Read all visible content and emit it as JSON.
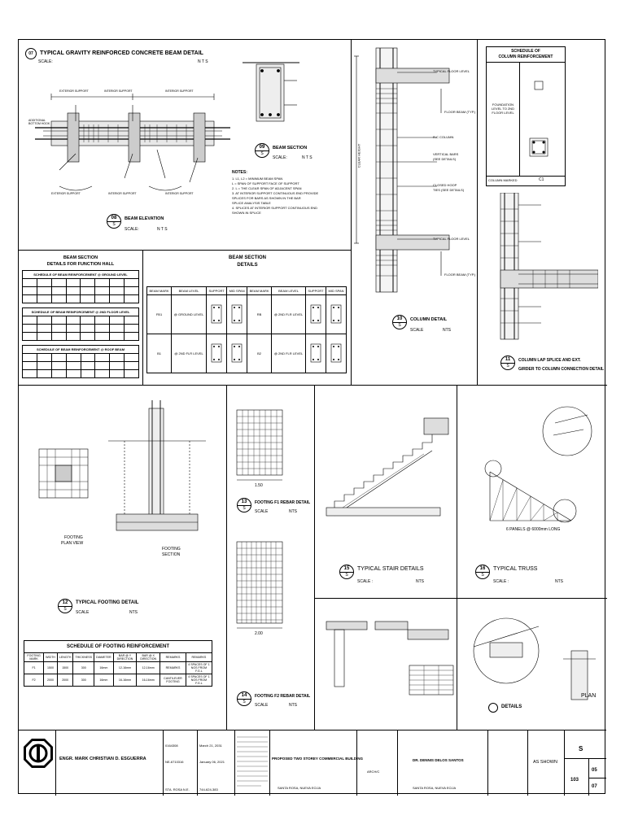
{
  "beam": {
    "title": "TYPICAL GRAVITY REINFORCED CONCRETE BEAM DETAIL",
    "num": "07",
    "scale_label": "SCALE:",
    "scale_val": "N T S",
    "elev_num": "08",
    "elev_title": "BEAM ELEVATION",
    "elev_scale": "SCALE:",
    "elev_scale_val": "N T S",
    "sheet_s": "S"
  },
  "beam_section": {
    "num": "09",
    "title": "BEAM SECTION",
    "scale": "SCALE:",
    "scale_val": "N T S",
    "notes_title": "NOTES:",
    "notes": [
      "1. L1, L2 = MINIMUM BEAM SPAN",
      "   L = SPAN OF SUPPORT FACE OF SUPPORT",
      "2. L = THE CLEAR SPAN OF ADJACENT SPAN",
      "3. AT INTERIOR SUPPORT CONTINUOUS END PROVIDE",
      "   SPLICES FOR BARS AS SHOWN IN THE BAR",
      "   SPLICE ANALYSIS TABLE",
      "4. SPLICES AT INTERIOR SUPPORT CONTINUOUS END",
      "   SHOWN IN SPLICE"
    ]
  },
  "column": {
    "typical_floor_level": "TYPICAL FLOOR LEVEL",
    "floor_beam": "FLOOR BEAM (TYP.)",
    "rc_column": "R.C COLUMN",
    "vertical_bars": "VERTICAL BARS",
    "see_details": "(SEE DETAILS)",
    "closed_hoop": "CLOSED HOOP",
    "ties": "TIES (SEE DETAILS)",
    "typical_floor_level2": "TYPICAL FLOOR LEVEL",
    "floor_beam2": "FLOOR BEAM (TYP.)",
    "clear_height": "CLEAR HEIGHT",
    "num": "10",
    "title": "COLUMN DETAIL",
    "scale": "SCALE",
    "scale_val": "NTS"
  },
  "col_schedule": {
    "title1": "SCHEDULE OF",
    "title2": "COLUMN REINFORCEMENT",
    "row_label": "FOUNDATION LEVEL TO 2ND FLOOR LEVEL",
    "col_marked": "COLUMN MARKED",
    "c1": "C1"
  },
  "lap": {
    "num": "11",
    "title1": "COLUMN LAP SPLICE AND EXT.",
    "title2": "GIRDER TO COLUMN CONNECTION DETAIL"
  },
  "beam_sched": {
    "title1": "BEAM SECTION",
    "title2": "DETAILS FOR FUNCTION HALL",
    "sub1": "SCHEDULE OF BEAM REINFORCEMENT @ GROUND LEVEL",
    "sub2": "SCHEDULE OF BEAM REINFORCEMENT @ 2ND FLOOR LEVEL",
    "sub3": "SCHEDULE OF BEAM REINFORCEMENT @ ROOF BEAM"
  },
  "beam_details": {
    "title1": "BEAM SECTION",
    "title2": "DETAILS",
    "headers": [
      "BEAM MARK",
      "BEAM LEVEL",
      "SUPPORT",
      "MID SPAN",
      "BEAM MARK",
      "BEAM LEVEL",
      "SUPPORT",
      "MID SPAN"
    ],
    "row1": [
      "FB1",
      "@ GROUND LEVEL",
      "RB",
      "@ 2ND FLR LEVEL"
    ],
    "row2": [
      "B1",
      "@ 2ND FLR LEVEL",
      "B2",
      "@ 2ND FLR LEVEL"
    ]
  },
  "footing": {
    "plan_label1": "FOOTING",
    "plan_label2": "PLAN VIEW",
    "section_label1": "FOOTING",
    "section_label2": "SECTION",
    "num": "12",
    "title": "TYPICAL FOOTING DETAIL",
    "scale": "SCALE",
    "scale_val": "NTS"
  },
  "f1": {
    "num": "13",
    "title": "FOOTING F1 REBAR DETAIL",
    "scale": "SCALE",
    "scale_val": "NTS",
    "dim": "1.50",
    "sheet_s": "S"
  },
  "f2": {
    "num": "14",
    "title": "FOOTING F2 REBAR DETAIL",
    "scale": "SCALE",
    "scale_val": "NTS",
    "dim": "2.00",
    "sheet_s": "S"
  },
  "stair": {
    "num": "15",
    "title": "TYPICAL STAIR DETAILS",
    "scale": "SCALE :",
    "scale_val": "NTS",
    "sheet_s": "S"
  },
  "truss": {
    "num": "16",
    "title": "TYPICAL TRUSS",
    "scale": "SCALE :",
    "scale_val": "NTS",
    "panels": "6 PANELS @ 6000mm LONG",
    "sheet_s": "S"
  },
  "details": {
    "label": "DETAILS",
    "plan": "PLAN"
  },
  "footing_sched": {
    "title": "SCHEDULE OF FOOTING REINFORCEMENT",
    "headers": [
      "FOOTING MARK",
      "WIDTH",
      "LENGTH",
      "THICKNESS",
      "DIAMETER",
      "BAR @ Y DIRECTION",
      "BAR @ X DIRECTION",
      "REMARKS",
      "REMARKS"
    ],
    "rows": [
      [
        "F1",
        "1500",
        "1500",
        "300",
        "16mm",
        "12-16mm",
        "12-16mm",
        "REMARKS",
        "4 SPACES OF 1 NOS FROM F.G.L"
      ],
      [
        "F2",
        "2000",
        "2000",
        "300",
        "16mm",
        "16-16mm",
        "16-16mm",
        "CANTILEVER FOOTING",
        "4 SPACES OF 1 NOS FROM F.G.L"
      ]
    ]
  },
  "titleblock": {
    "engineer": "ENGR. MARK CHRISTIAN D. ESGUERRA",
    "prc_no_val": "0164308",
    "date1": "March 21, 2031",
    "ptr_val": "NE-6710316",
    "date2": "January 06, 2021",
    "place": "STA. ROSA N.E.",
    "tin": "744-624-383",
    "project": "PROPOSED TWO STOREY COMMERCIAL BUILDING",
    "location": "SANTA ROSA, NUEVA ECIJA",
    "checked": "ARCH/C",
    "owner": "DR. DENNIS DELOS SANTOS",
    "owner_loc": "SANTA ROSA, NUEVA ECIJA",
    "scale": "AS SHOWN",
    "sheet_letter": "S",
    "sheet_code": "103",
    "sheet_no": "05",
    "sheet_total": "07"
  }
}
